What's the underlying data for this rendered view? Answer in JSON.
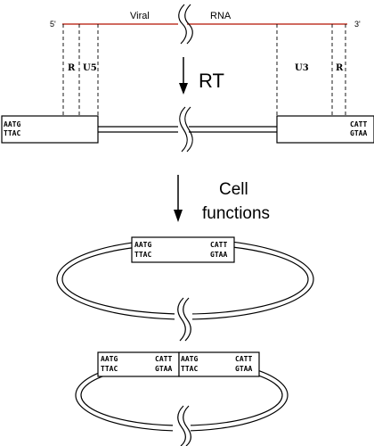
{
  "viral_rna": {
    "end_5": "5'",
    "end_3": "3'",
    "label_left": "Viral",
    "label_right": "RNA",
    "line_color": "#c0392b"
  },
  "regions": {
    "r_left": "R",
    "u5": "U5",
    "u3": "U3",
    "r_right": "R"
  },
  "step_rt": "RT",
  "step_cell_line1": "Cell",
  "step_cell_line2": "functions",
  "dna_ends": {
    "left_top": "AATG",
    "left_bottom": "TTAC",
    "right_top": "CATT",
    "right_bottom": "GTAA"
  },
  "circle_one_ltr": {
    "left_top": "AATG",
    "left_bottom": "TTAC",
    "right_top": "CATT",
    "right_bottom": "GTAA"
  },
  "circle_two_ltr": {
    "ltr1_left_top": "AATG",
    "ltr1_left_bottom": "TTAC",
    "ltr1_right_top": "CATT",
    "ltr1_right_bottom": "GTAA",
    "ltr2_left_top": "AATG",
    "ltr2_left_bottom": "TTAC",
    "ltr2_right_top": "CATT",
    "ltr2_right_bottom": "GTAA"
  }
}
